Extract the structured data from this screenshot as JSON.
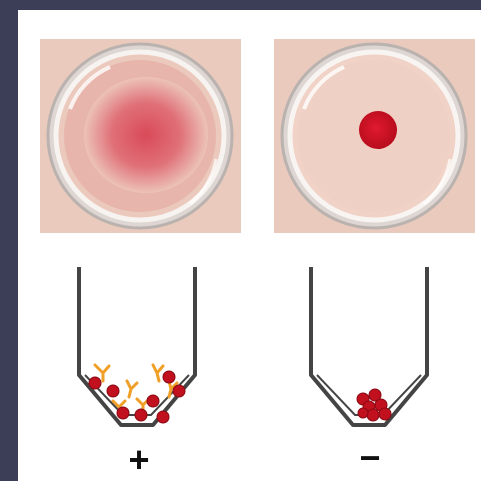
{
  "results": [
    {
      "sign": "+",
      "photo_pattern": "diffuse-mat",
      "diagram": "agglutinated-network"
    },
    {
      "sign": "−",
      "photo_pattern": "button-pellet",
      "diagram": "settled-button"
    }
  ],
  "colors": {
    "background": "#3b3e56",
    "panel": "#ffffff",
    "well_tissue": "#e8cbbe",
    "red_cell": "#c1101e",
    "antibody": "#f0a028",
    "well_outline": "#444444",
    "sign": "#111111"
  }
}
